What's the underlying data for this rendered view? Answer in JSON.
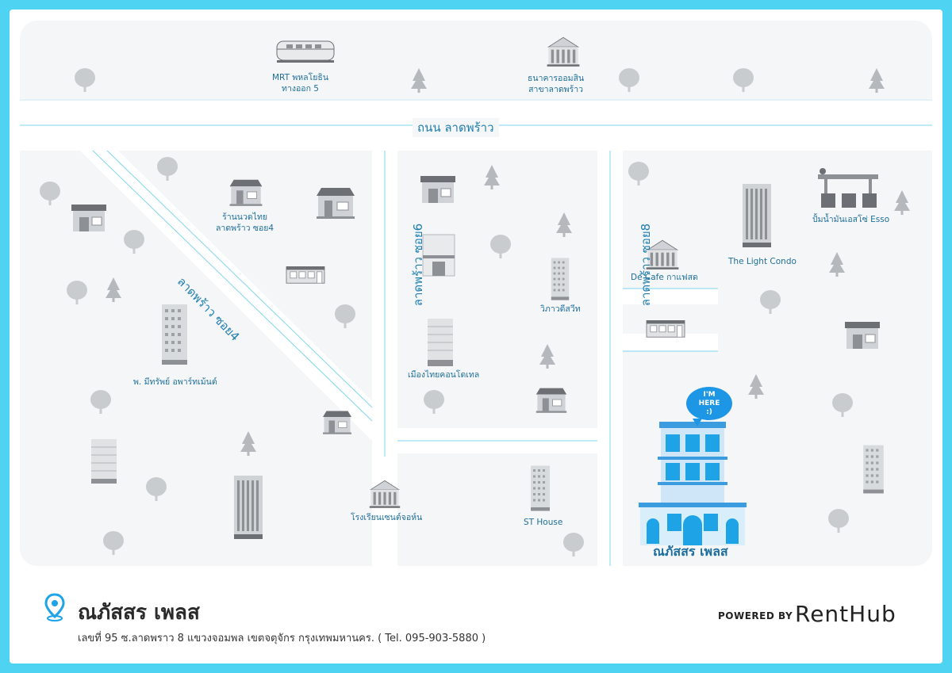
{
  "colors": {
    "frame": "#4fd3f3",
    "road_line": "#7fd6ef",
    "label": "#1f6f9a",
    "accent": "#1e96e6"
  },
  "roads": {
    "main": "ถนน ลาดพร้าว",
    "soi4": "ลาดพร้าว ซอย4",
    "soi6": "ลาดพร้าว ซอย6",
    "soi8": "ลาดพร้าว ซอย8"
  },
  "landmarks": {
    "mrt": [
      "MRT พหลโยธิน",
      "ทางออก 5"
    ],
    "bank": [
      "ธนาคารออมสิน",
      "สาขาลาดพร้าว"
    ],
    "massage": [
      "ร้านนวดไทย",
      "ลาดพร้าว ซอย4"
    ],
    "apartment": "พ. มีทรัพย์ อพาร์ทเม้นต์",
    "condo_mueang": "เมืองไทยคอนโดเทล",
    "vivat": "วิภาวดีสวีท",
    "school": "โรงเรียนเซนต์จอห์น",
    "st_house": "ST House",
    "cafe": "De Cafe กาแฟสด",
    "light_condo": "The Light Condo",
    "esso": "ปั้มน้ำมันเอสโซ่ Esso"
  },
  "here_bubble": [
    "I'M",
    "HERE",
    ":)"
  ],
  "property": {
    "name": "ณภัสสร เพลส",
    "address": "เลขที่ 95 ซ.ลาดพราว 8 แขวงจอมพล เขตจตุจักร กรุงเทพมหานคร. ( Tel. 095-903-5880 )"
  },
  "footer": {
    "powered_by": "POWERED BY",
    "brand": "RentHub"
  },
  "icons": {
    "pin": "location-pin-icon"
  }
}
